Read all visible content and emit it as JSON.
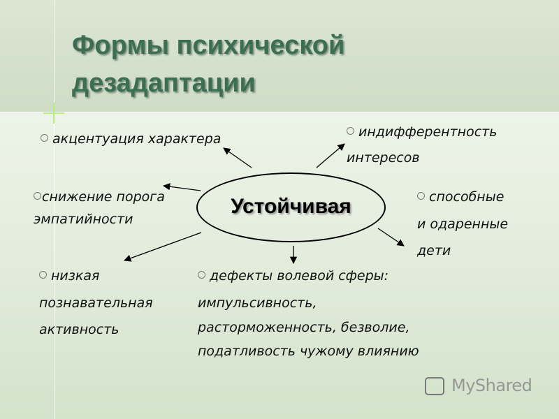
{
  "slide": {
    "title_lines": [
      "Формы психической",
      "дезадаптации"
    ],
    "center_label": "Устойчивая",
    "nodes": [
      {
        "id": "accentuation",
        "lines": [
          "акцентуация характера"
        ]
      },
      {
        "id": "indifference",
        "lines": [
          "индифферентность",
          "интересов"
        ]
      },
      {
        "id": "empathy",
        "lines": [
          "снижение порога",
          "эмпатийности"
        ]
      },
      {
        "id": "gifted",
        "lines": [
          "способные",
          "и одаренные",
          "дети"
        ]
      },
      {
        "id": "cognitive",
        "lines": [
          "низкая",
          "познавательная",
          "активность"
        ]
      },
      {
        "id": "volition",
        "lines": [
          "дефекты волевой сферы:",
          "импульсивность,",
          "расторможенность, безволие,",
          "податливость чужому влиянию"
        ]
      }
    ],
    "watermark": "MyShared",
    "colors": {
      "title": "#3c6e52",
      "band": "#d2dfca",
      "background": "#e8f0e2",
      "arrow": "#000000"
    }
  }
}
